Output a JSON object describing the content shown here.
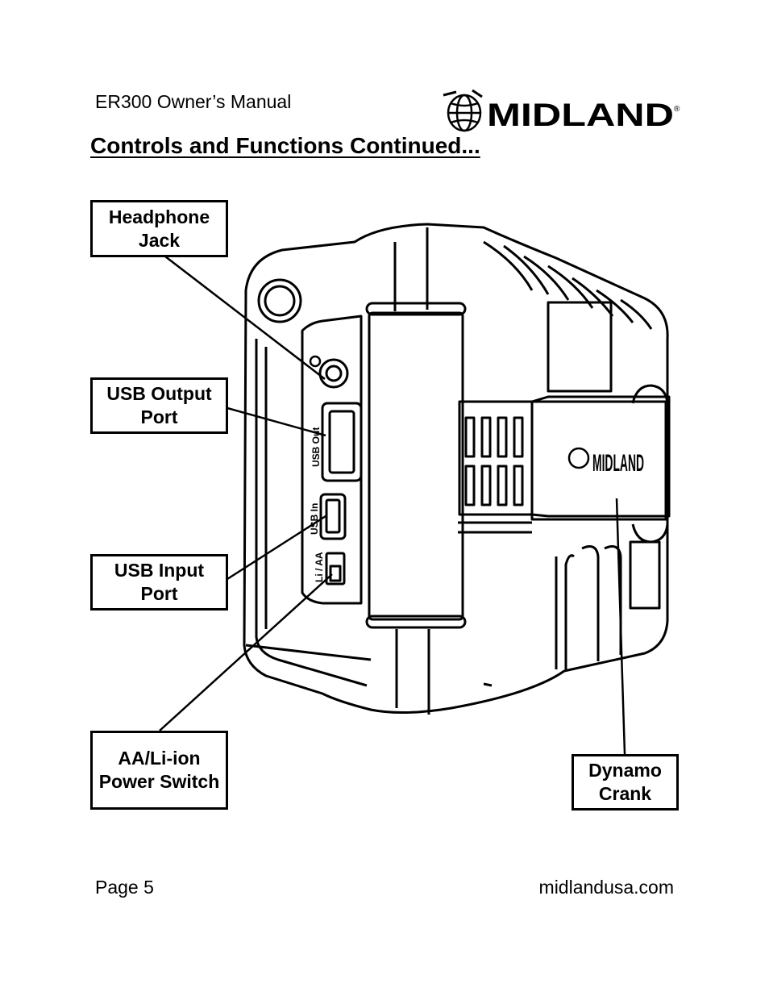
{
  "header": {
    "manual_title": "ER300 Owner’s Manual",
    "brand": "MIDLAND",
    "registered": "®"
  },
  "page_title": "Controls and Functions Continued...",
  "callouts": {
    "headphone_jack": [
      "Headphone",
      "Jack"
    ],
    "usb_output_port": [
      "USB Output",
      "Port"
    ],
    "usb_input_port": [
      "USB Input",
      "Port"
    ],
    "power_switch": [
      "AA/Li-ion",
      "Power Switch"
    ],
    "dynamo_crank": [
      "Dynamo",
      "Crank"
    ]
  },
  "device_labels": {
    "usb_out": "USB Out",
    "usb_in": "USB In",
    "li_aa": "Li / AA",
    "handle_brand": "MIDLAND"
  },
  "footer": {
    "page": "Page 5",
    "url": "midlandusa.com"
  }
}
